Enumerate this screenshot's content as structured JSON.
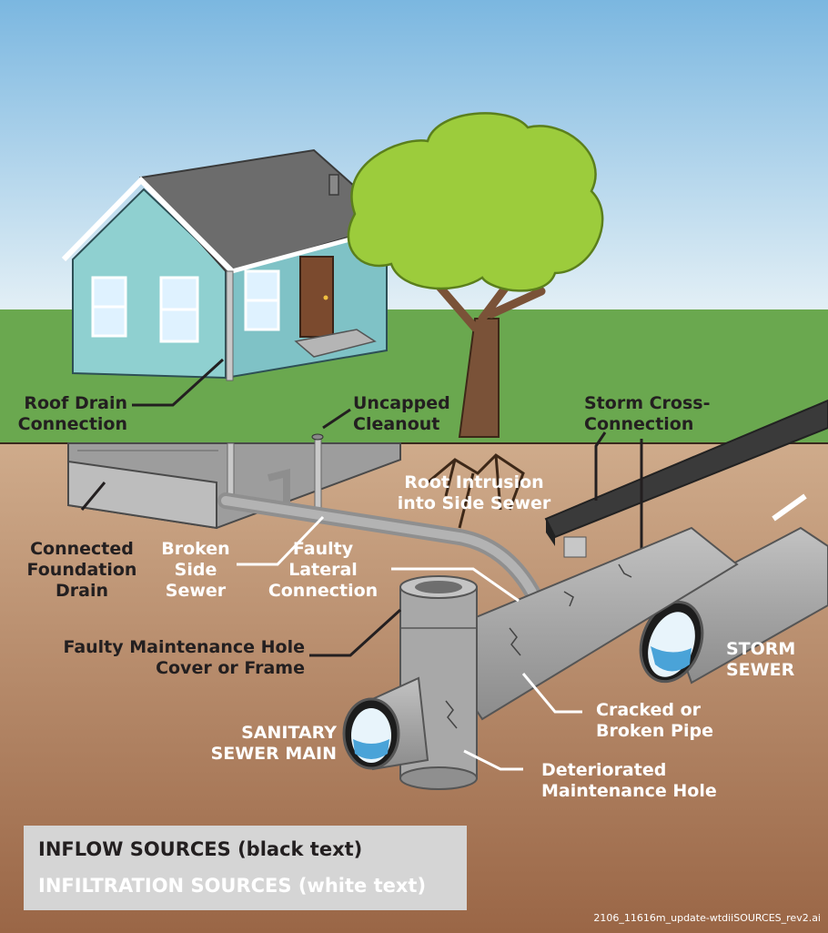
{
  "labels": {
    "roof_drain": "Roof Drain\nConnection",
    "uncapped_cleanout": "Uncapped\nCleanout",
    "storm_cross": "Storm Cross-\nConnection",
    "root_intrusion": "Root Intrusion\ninto Side Sewer",
    "connected_foundation": "Connected\nFoundation\nDrain",
    "broken_side_sewer": "Broken\nSide\nSewer",
    "faulty_lateral": "Faulty\nLateral\nConnection",
    "faulty_maintenance_hole": "Faulty Maintenance Hole\nCover or Frame",
    "storm_sewer": "STORM\nSEWER",
    "cracked_pipe": "Cracked or\nBroken Pipe",
    "sanitary_main": "SANITARY\nSEWER MAIN",
    "deteriorated_mh": "Deteriorated\nMaintenance Hole"
  },
  "legend": {
    "inflow": "INFLOW SOURCES (black text)",
    "infiltration": "INFILTRATION SOURCES (white text)"
  },
  "filename": "2106_11616m_update-wtdiiSOURCES_rev2.ai",
  "colors": {
    "sky_top": "#7db8e0",
    "sky_bottom": "#dcecf5",
    "grass": "#6aa84f",
    "soil_top": "#c9a383",
    "soil_bottom": "#9c6b4a",
    "house_wall": "#8fd0d0",
    "roof": "#6f6f6f",
    "door": "#7b4a2e",
    "tree_foliage": "#9ccc3c",
    "trunk": "#7a5238",
    "pipe": "#a8a8a8",
    "road": "#3a3a3a",
    "water": "#4aa3d8",
    "legend_bg": "#d5d5d5"
  }
}
